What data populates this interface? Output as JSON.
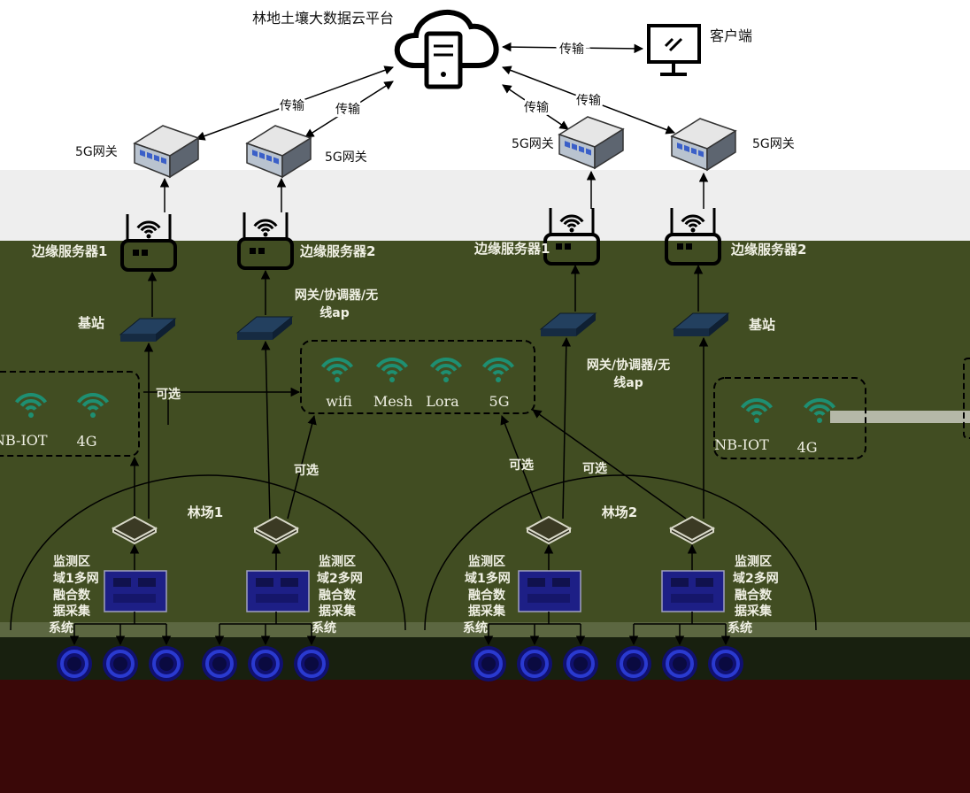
{
  "platform": {
    "title": "林地土壤大数据云平台"
  },
  "client": {
    "label": "客户端"
  },
  "transfer_labels": [
    "传输",
    "传输",
    "传输",
    "传输",
    "传输"
  ],
  "gateways_5g": [
    "5G网关",
    "5G网关",
    "5G网关",
    "5G网关"
  ],
  "edge_servers": [
    "边缘服务器1",
    "边缘服务器2",
    "边缘服务器1",
    "边缘服务器2"
  ],
  "base_stations": [
    "基站",
    "基站"
  ],
  "gateway_coordinator_left": [
    "网关/协调器/无",
    "线ap"
  ],
  "gateway_coordinator_right": [
    "网关/协调器/无",
    "线ap"
  ],
  "shared_protocols": [
    "wifi",
    "Mesh",
    "Lora",
    "5G"
  ],
  "cellular_protocols_left": [
    "NB-IOT",
    "4G"
  ],
  "cellular_protocols_right": [
    "NB-IOT",
    "4G"
  ],
  "optional_labels": [
    "可选",
    "可选",
    "可选",
    "可选"
  ],
  "forests": [
    {
      "name": "林场1",
      "zones": [
        {
          "label_lines": [
            "监测区",
            "域1多网",
            "融合数",
            "据采集",
            "系统"
          ]
        },
        {
          "label_lines": [
            "监测区",
            "域2多网",
            "融合数",
            "据采集",
            "系统"
          ]
        }
      ]
    },
    {
      "name": "林场2",
      "zones": [
        {
          "label_lines": [
            "监测区",
            "域1多网",
            "融合数",
            "据采集",
            "系统"
          ]
        },
        {
          "label_lines": [
            "监测区",
            "域2多网",
            "融合数",
            "据采集",
            "系统"
          ]
        }
      ]
    }
  ],
  "colors": {
    "background_top": "#ffffff",
    "band_gray": "#eeeeee",
    "band_olive": "#414d22",
    "band_dark": "#18200f",
    "band_bottom": "#3a0808",
    "wifi": "#1e8f72",
    "collector": "#1d1f86",
    "sensor": "#2a3ad0"
  }
}
